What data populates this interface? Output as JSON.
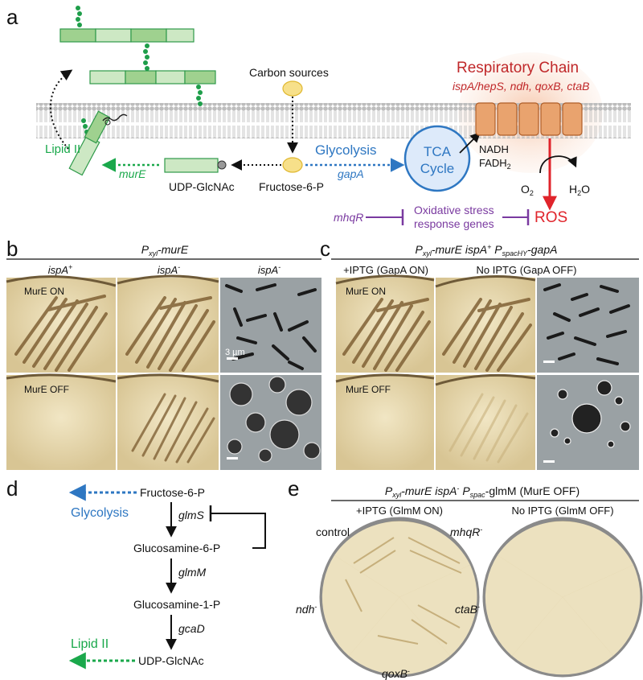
{
  "panels": {
    "a": "a",
    "b": "b",
    "c": "c",
    "d": "d",
    "e": "e"
  },
  "colors": {
    "green": "#1aa84b",
    "green_light": "#cde8c4",
    "green_mid": "#9fd18f",
    "blue": "#2e77c2",
    "red": "#e0242b",
    "dark_red": "#c0282a",
    "purple": "#7a3aa0",
    "orange": "#e9a36e",
    "orange_glow": "#f8d7c4",
    "yellow": "#f7e08a",
    "plate_brown": "#8a6a3c",
    "plate_bg": "#eadcb2"
  },
  "panel_a": {
    "respiratory_chain": "Respiratory Chain",
    "resp_genes": "ispA/hepS, ndh, qoxB, ctaB",
    "carbon_sources": "Carbon sources",
    "lipid_ii": "Lipid II",
    "mure": "murE",
    "udp": "UDP-GlcNAc",
    "f6p": "Fructose-6-P",
    "glycolysis": "Glycolysis",
    "gapa": "gapA",
    "tca_line1": "TCA",
    "tca_line2": "Cycle",
    "nadh": "NADH",
    "fadh_main": "FADH",
    "fadh_sub": "2",
    "o2_main": "O",
    "o2_sub": "2",
    "h2o_main": "H",
    "h2o_sub": "2",
    "h2o_end": "O",
    "mhqr": "mhqR",
    "ox_line1": "Oxidative stress",
    "ox_line2": "response genes",
    "ros": "ROS"
  },
  "panel_b": {
    "title_main": "P",
    "title_sub": "xyl",
    "title_rest": "-murE",
    "col1": "ispA",
    "col1_sup": "+",
    "col2": "ispA",
    "col2_sup": "-",
    "col3": "ispA",
    "col3_sup": "-",
    "row1": "MurE ON",
    "row2": "MurE OFF",
    "scale": "3 µm"
  },
  "panel_c": {
    "title_p1": "P",
    "title_s1": "xyl",
    "title_r1": "-murE ispA",
    "title_sup": "+",
    "title_p2": " P",
    "title_s2": "spacHY",
    "title_r2": "-gapA",
    "col1": "+IPTG (GapA ON)",
    "col2": "No IPTG (GapA OFF)",
    "row1": "MurE ON",
    "row2": "MurE OFF"
  },
  "panel_d": {
    "f6p": "Fructose-6-P",
    "glycolysis": "Glycolysis",
    "glms": "glmS",
    "gln6p": "Glucosamine-6-P",
    "glmm": "glmM",
    "gln1p": "Glucosamine-1-P",
    "gcad": "gcaD",
    "udp": "UDP-GlcNAc",
    "lipid_ii": "Lipid II"
  },
  "panel_e": {
    "title_p1": "P",
    "title_s1": "xyl",
    "title_r1": "-murE ispA",
    "title_sup": "-",
    "title_p2": " P",
    "title_s2": "spac",
    "title_r2": "-glmM (MurE OFF)",
    "col1": "+IPTG (GlmM ON)",
    "col2": "No IPTG (GlmM OFF)",
    "control": "control",
    "mhqr": "mhqR",
    "mhqr_sup": "-",
    "ndh": "ndh",
    "ndh_sup": "-",
    "ctab": "ctaB",
    "ctab_sup": "-",
    "qoxb": "qoxB",
    "qoxb_sup": "-"
  }
}
